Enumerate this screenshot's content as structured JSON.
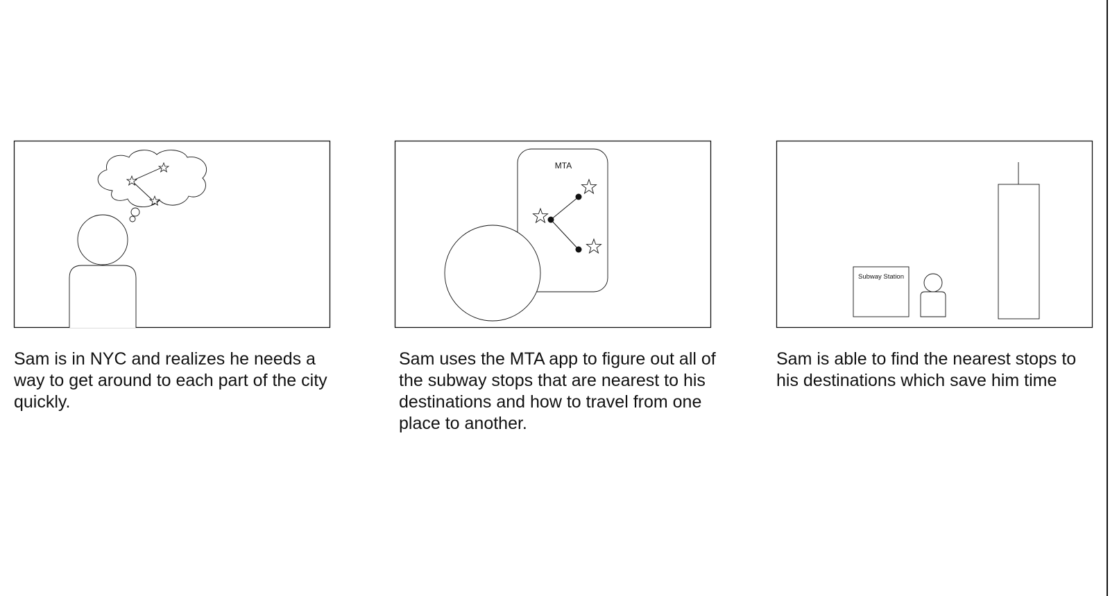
{
  "storyboard": {
    "panels": [
      {
        "caption": "Sam is in NYC and realizes he needs a way to get around to each part of the city quickly."
      },
      {
        "phone_label": "MTA",
        "caption": "Sam uses the MTA app to figure out all of the subway stops that are nearest to his destinations and how to travel from one place to another."
      },
      {
        "station_label": "Subway Station",
        "caption": "Sam is able to find the nearest stops to his destinations which save him time"
      }
    ]
  },
  "icons": {
    "destination": "star-icon",
    "stop": "filled-dot-icon"
  }
}
